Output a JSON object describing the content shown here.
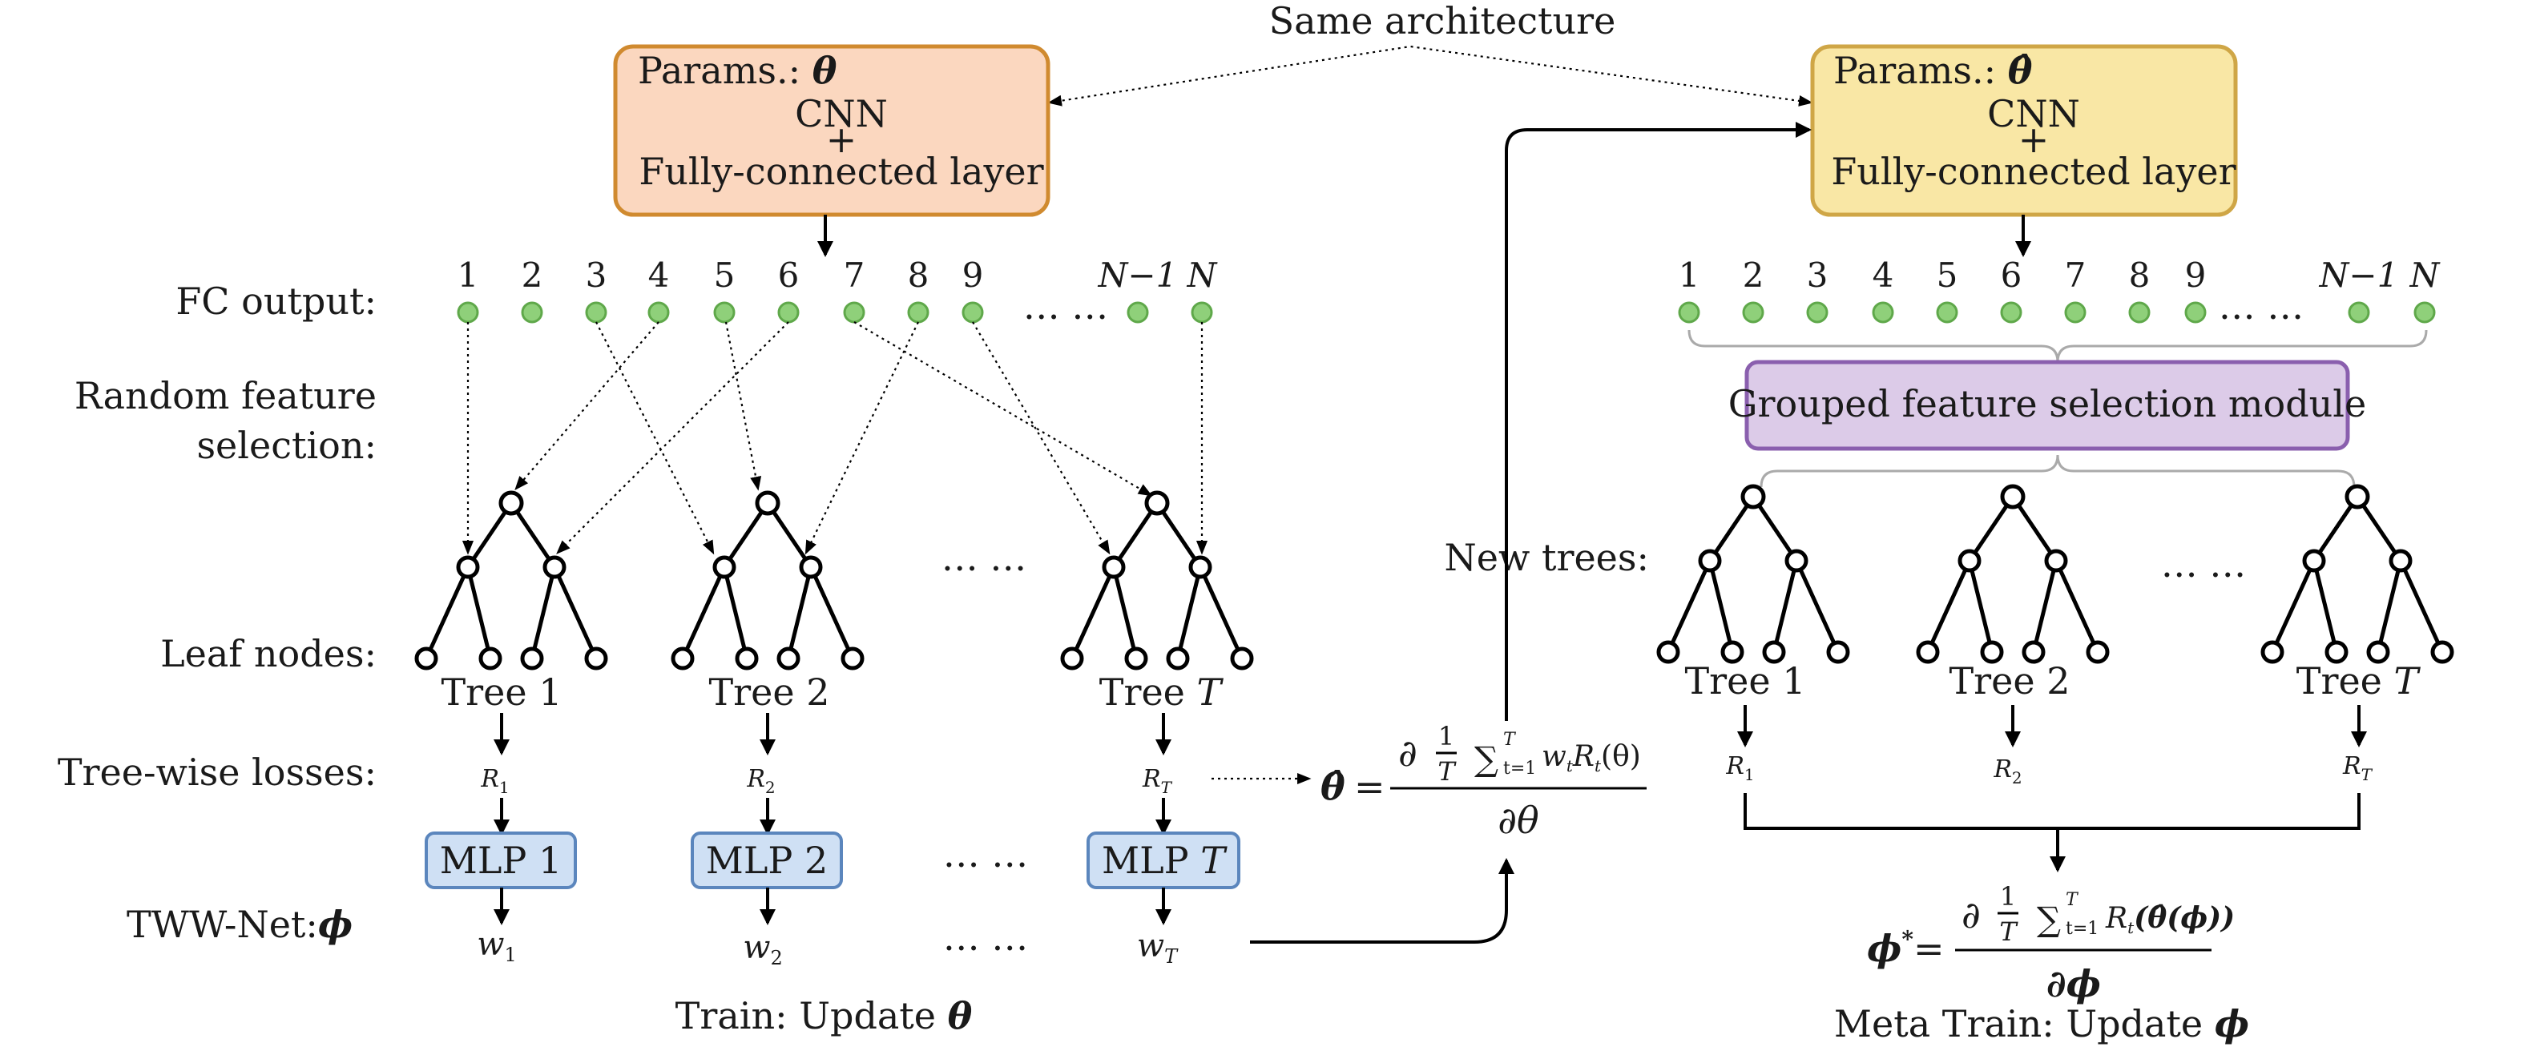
{
  "top_label": "Same architecture",
  "left_box": {
    "params_label": "Params.:",
    "param_symbol": "θ",
    "line1": "CNN",
    "plus": "+",
    "line2": "Fully-connected layer",
    "fill": "#fbd7bf",
    "stroke": "#d08a2f"
  },
  "right_box": {
    "params_label": "Params.:",
    "param_symbol": "θ̂",
    "line1": "CNN",
    "plus": "+",
    "line2": "Fully-connected layer",
    "fill": "#f9e7a5",
    "stroke": "#cfa646"
  },
  "row_labels": {
    "fc_output": "FC output:",
    "random_selection_1": "Random feature",
    "random_selection_2": "selection:",
    "leaf_nodes": "Leaf nodes:",
    "tree_losses": "Tree-wise losses:",
    "tww_net": "TWW-Net:",
    "tww_symbol": "ϕ",
    "new_trees": "New trees:"
  },
  "fc_labels_left": [
    "1",
    "2",
    "3",
    "4",
    "5",
    "6",
    "7",
    "8",
    "9",
    "N−1",
    "N"
  ],
  "fc_labels_right": [
    "1",
    "2",
    "3",
    "4",
    "5",
    "6",
    "7",
    "8",
    "9",
    "N−1",
    "N"
  ],
  "ellipsis": "… …",
  "grouped_module": {
    "label": "Grouped feature selection module",
    "fill": "#dccbe8",
    "stroke": "#8a5fae"
  },
  "left_trees": [
    {
      "tree": "Tree 1",
      "loss": "R",
      "loss_sub": "1",
      "mlp": "MLP 1",
      "weight": "w",
      "weight_sub": "1"
    },
    {
      "tree": "Tree 2",
      "loss": "R",
      "loss_sub": "2",
      "mlp": "MLP 2",
      "weight": "w",
      "weight_sub": "2"
    },
    {
      "tree": "Tree ",
      "tree_italic": "T",
      "loss": "R",
      "loss_sub": "T",
      "mlp": "MLP ",
      "mlp_italic": "T",
      "weight": "w",
      "weight_sub": "T"
    }
  ],
  "right_trees": [
    {
      "tree": "Tree 1",
      "loss": "R",
      "loss_sub": "1"
    },
    {
      "tree": "Tree 2",
      "loss": "R",
      "loss_sub": "2"
    },
    {
      "tree": "Tree ",
      "tree_italic": "T",
      "loss": "R",
      "loss_sub": "T"
    }
  ],
  "mlp_style": {
    "fill": "#cfe0f4",
    "stroke": "#5b86bd"
  },
  "formula_theta": {
    "lhs": "θ̂",
    "eq": "=",
    "partial": "∂",
    "frac_num": "1",
    "frac_den": "T",
    "sum": "∑",
    "sum_sup": "T",
    "sum_sub": "t=1",
    "term_w": "w",
    "term_w_sub": "t",
    "term_R": "R",
    "term_R_sub": "t",
    "term_arg": "(θ)",
    "den": "∂θ"
  },
  "formula_phi": {
    "lhs": "ϕ",
    "lhs_sup": "*",
    "eq": "=",
    "partial": "∂",
    "frac_num": "1",
    "frac_den": "T",
    "sum": "∑",
    "sum_sup": "T",
    "sum_sub": "t=1",
    "term_R": "R",
    "term_R_sub": "t",
    "term_arg": "(θ̂(ϕ))",
    "den": "∂ϕ"
  },
  "caption_left": {
    "text": "Train: Update ",
    "symbol": "θ"
  },
  "caption_right": {
    "text": "Meta Train: Update ",
    "symbol": "ϕ"
  }
}
